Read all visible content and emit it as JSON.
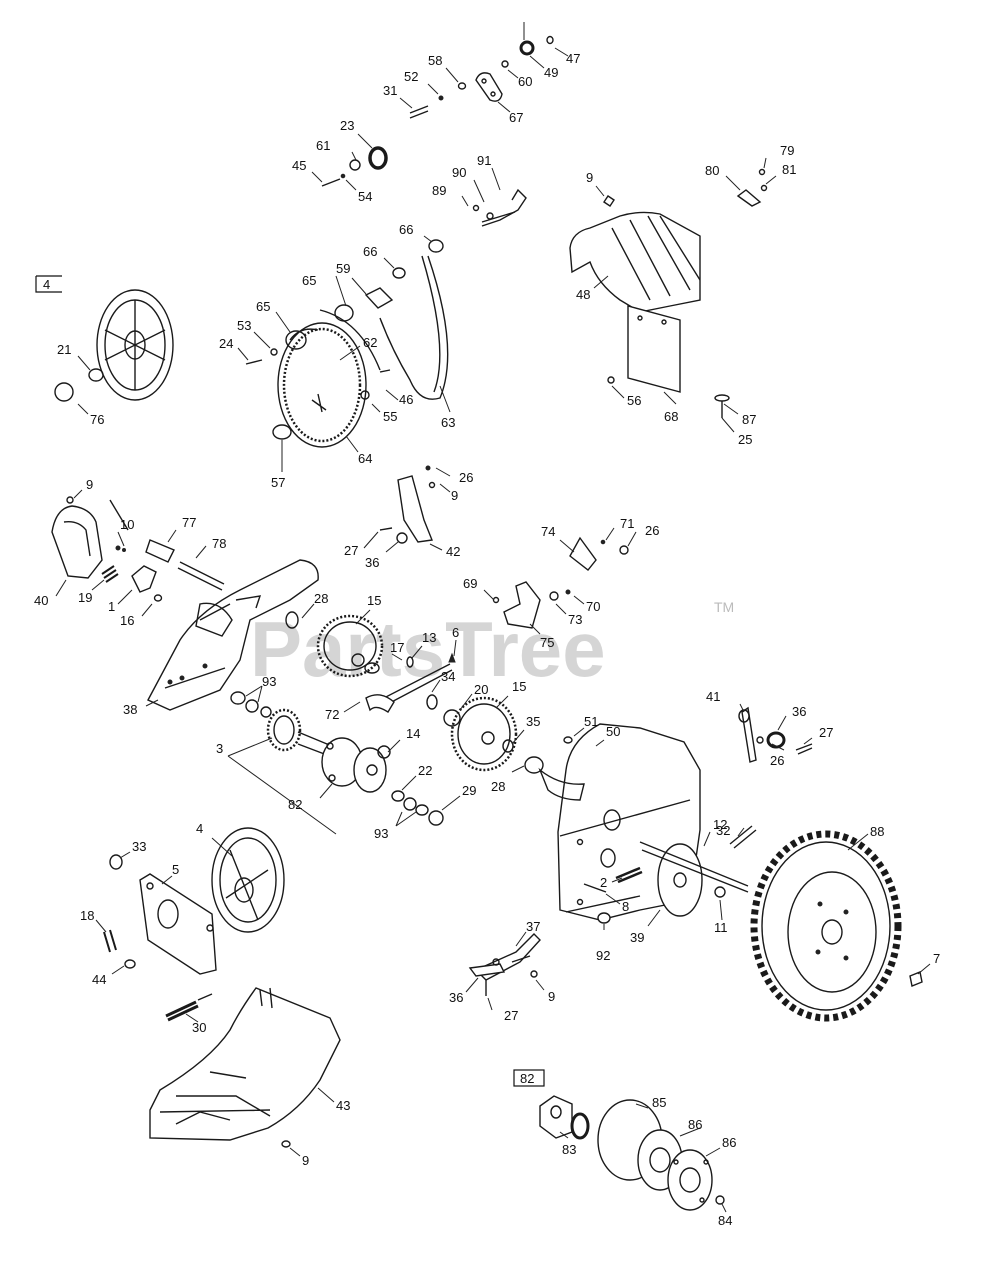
{
  "watermark": {
    "brand": "PartsTree",
    "trademark": "TM"
  },
  "insets": {
    "box_4": "4",
    "box_82": "82"
  },
  "callouts": [
    {
      "id": "c47",
      "text": "47"
    },
    {
      "id": "c49",
      "text": "49"
    },
    {
      "id": "c60",
      "text": "60"
    },
    {
      "id": "c58",
      "text": "58"
    },
    {
      "id": "c52",
      "text": "52"
    },
    {
      "id": "c31",
      "text": "31"
    },
    {
      "id": "c67",
      "text": "67"
    },
    {
      "id": "c23",
      "text": "23"
    },
    {
      "id": "c61",
      "text": "61"
    },
    {
      "id": "c45",
      "text": "45"
    },
    {
      "id": "c54",
      "text": "54"
    },
    {
      "id": "c91",
      "text": "91"
    },
    {
      "id": "c90",
      "text": "90"
    },
    {
      "id": "c89",
      "text": "89"
    },
    {
      "id": "c79",
      "text": "79"
    },
    {
      "id": "c80",
      "text": "80"
    },
    {
      "id": "c81",
      "text": "81"
    },
    {
      "id": "c9a",
      "text": "9"
    },
    {
      "id": "c66a",
      "text": "66"
    },
    {
      "id": "c66b",
      "text": "66"
    },
    {
      "id": "c65a",
      "text": "65"
    },
    {
      "id": "c59",
      "text": "59"
    },
    {
      "id": "c65b",
      "text": "65"
    },
    {
      "id": "c53",
      "text": "53"
    },
    {
      "id": "c24",
      "text": "24"
    },
    {
      "id": "c62",
      "text": "62"
    },
    {
      "id": "c48",
      "text": "48"
    },
    {
      "id": "c21",
      "text": "21"
    },
    {
      "id": "c76",
      "text": "76"
    },
    {
      "id": "c46",
      "text": "46"
    },
    {
      "id": "c55",
      "text": "55"
    },
    {
      "id": "c63",
      "text": "63"
    },
    {
      "id": "c56",
      "text": "56"
    },
    {
      "id": "c68",
      "text": "68"
    },
    {
      "id": "c87",
      "text": "87"
    },
    {
      "id": "c25",
      "text": "25"
    },
    {
      "id": "c64",
      "text": "64"
    },
    {
      "id": "c57",
      "text": "57"
    },
    {
      "id": "c26a",
      "text": "26"
    },
    {
      "id": "c9b",
      "text": "9"
    },
    {
      "id": "c9c",
      "text": "9"
    },
    {
      "id": "c10",
      "text": "10"
    },
    {
      "id": "c77",
      "text": "77"
    },
    {
      "id": "c78",
      "text": "78"
    },
    {
      "id": "c27a",
      "text": "27"
    },
    {
      "id": "c36a",
      "text": "36"
    },
    {
      "id": "c42",
      "text": "42"
    },
    {
      "id": "c74",
      "text": "74"
    },
    {
      "id": "c71",
      "text": "71"
    },
    {
      "id": "c26b",
      "text": "26"
    },
    {
      "id": "c40",
      "text": "40"
    },
    {
      "id": "c19",
      "text": "19"
    },
    {
      "id": "c1",
      "text": "1"
    },
    {
      "id": "c16",
      "text": "16"
    },
    {
      "id": "c28a",
      "text": "28"
    },
    {
      "id": "c15a",
      "text": "15"
    },
    {
      "id": "c69",
      "text": "69"
    },
    {
      "id": "c70",
      "text": "70"
    },
    {
      "id": "c73",
      "text": "73"
    },
    {
      "id": "c75",
      "text": "75"
    },
    {
      "id": "c17",
      "text": "17"
    },
    {
      "id": "c13",
      "text": "13"
    },
    {
      "id": "c6",
      "text": "6"
    },
    {
      "id": "c34",
      "text": "34"
    },
    {
      "id": "c38",
      "text": "38"
    },
    {
      "id": "c93a",
      "text": "93"
    },
    {
      "id": "c72",
      "text": "72"
    },
    {
      "id": "c20",
      "text": "20"
    },
    {
      "id": "c15b",
      "text": "15"
    },
    {
      "id": "c41",
      "text": "41"
    },
    {
      "id": "c36b",
      "text": "36"
    },
    {
      "id": "c27b",
      "text": "27"
    },
    {
      "id": "c26c",
      "text": "26"
    },
    {
      "id": "c3",
      "text": "3"
    },
    {
      "id": "c14",
      "text": "14"
    },
    {
      "id": "c35",
      "text": "35"
    },
    {
      "id": "c51",
      "text": "51"
    },
    {
      "id": "c50",
      "text": "50"
    },
    {
      "id": "c82",
      "text": "82"
    },
    {
      "id": "c28b",
      "text": "28"
    },
    {
      "id": "c22",
      "text": "22"
    },
    {
      "id": "c29",
      "text": "29"
    },
    {
      "id": "c93b",
      "text": "93"
    },
    {
      "id": "c32",
      "text": "32"
    },
    {
      "id": "c12",
      "text": "12"
    },
    {
      "id": "c88",
      "text": "88"
    },
    {
      "id": "c4",
      "text": "4"
    },
    {
      "id": "c33",
      "text": "33"
    },
    {
      "id": "c5",
      "text": "5"
    },
    {
      "id": "c2",
      "text": "2"
    },
    {
      "id": "c8",
      "text": "8"
    },
    {
      "id": "c18",
      "text": "18"
    },
    {
      "id": "c39",
      "text": "39"
    },
    {
      "id": "c11",
      "text": "11"
    },
    {
      "id": "c92",
      "text": "92"
    },
    {
      "id": "c37",
      "text": "37"
    },
    {
      "id": "c7",
      "text": "7"
    },
    {
      "id": "c44",
      "text": "44"
    },
    {
      "id": "c36c",
      "text": "36"
    },
    {
      "id": "c9d",
      "text": "9"
    },
    {
      "id": "c27c",
      "text": "27"
    },
    {
      "id": "c30",
      "text": "30"
    },
    {
      "id": "c43",
      "text": "43"
    },
    {
      "id": "c85",
      "text": "85"
    },
    {
      "id": "c83",
      "text": "83"
    },
    {
      "id": "c86a",
      "text": "86"
    },
    {
      "id": "c86b",
      "text": "86"
    },
    {
      "id": "c84",
      "text": "84"
    },
    {
      "id": "c9e",
      "text": "9"
    }
  ]
}
